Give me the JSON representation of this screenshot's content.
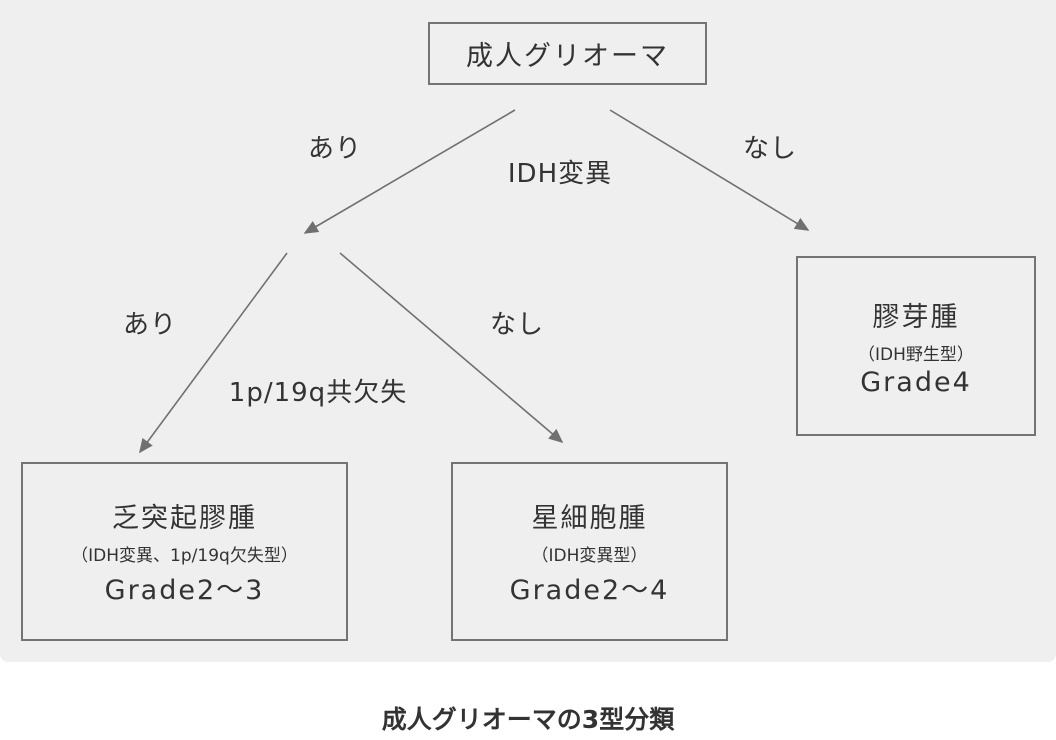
{
  "root": "成人グリオーマ",
  "edge_labels": {
    "idh": "IDH変異",
    "idh_yes": "あり",
    "idh_no": "なし",
    "codel": "1p/19q共欠失",
    "codel_yes": "あり",
    "codel_no": "なし"
  },
  "nodes": [
    {
      "title": "乏突起膠腫",
      "sub": "（IDH変異、1p/19q欠失型）",
      "grade": "Grade2～3"
    },
    {
      "title": "星細胞腫",
      "sub": "（IDH変異型）",
      "grade": "Grade2～4"
    },
    {
      "title": "膠芽腫",
      "sub": "（IDH野生型）",
      "grade": "Grade4"
    }
  ],
  "caption": "成人グリオーマの3型分類"
}
